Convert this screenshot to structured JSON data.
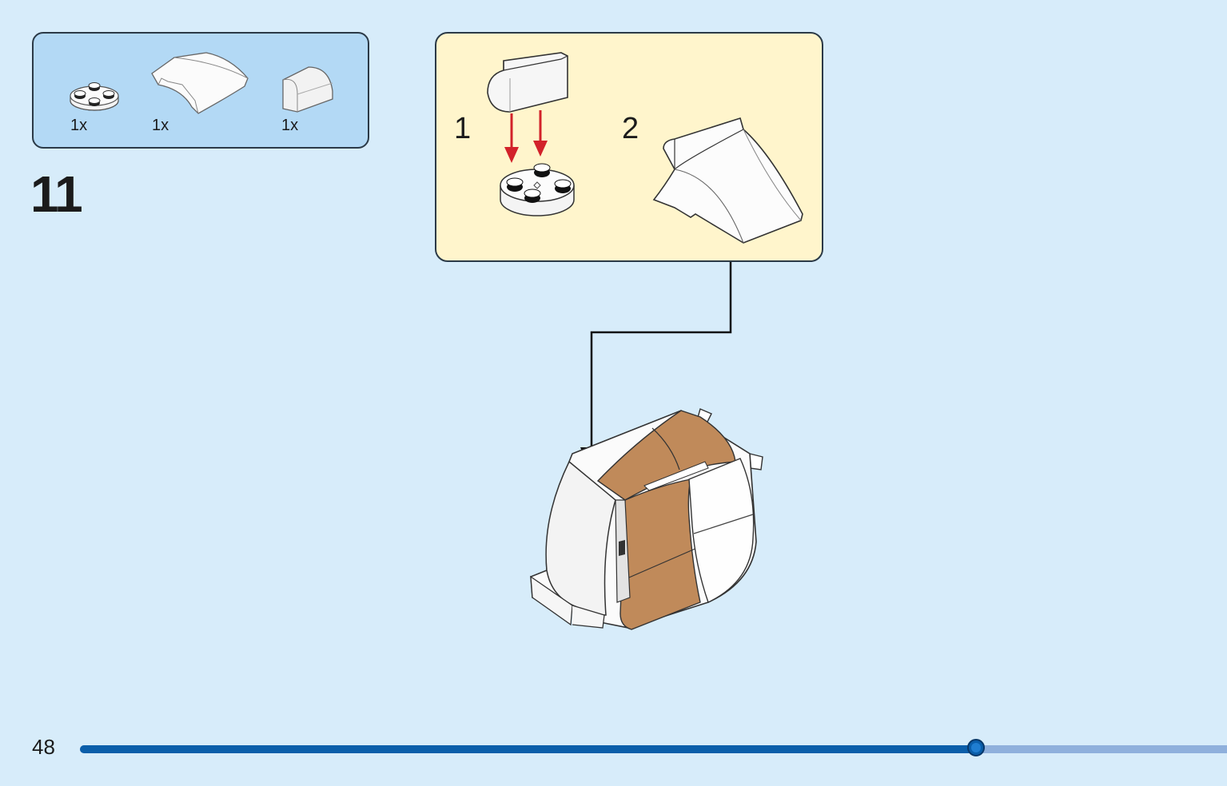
{
  "parts_list": {
    "items": [
      {
        "quantity": "1x",
        "icon": "round-plate-2x2-icon"
      },
      {
        "quantity": "1x",
        "icon": "curved-slope-icon"
      },
      {
        "quantity": "1x",
        "icon": "curved-tile-icon"
      }
    ]
  },
  "step": {
    "number": "11",
    "substeps": [
      {
        "number": "1"
      },
      {
        "number": "2"
      }
    ]
  },
  "footer": {
    "page_number": "48",
    "progress": 0.781
  },
  "colors": {
    "background": "#d7ecfa",
    "parts_box": "#b3d9f5",
    "substep_box": "#fff5cc",
    "arrow_red": "#d2222a",
    "brick_brown": "#c08a5a",
    "progress_fill": "#0a5eaa",
    "progress_track": "#8fb0dc"
  }
}
